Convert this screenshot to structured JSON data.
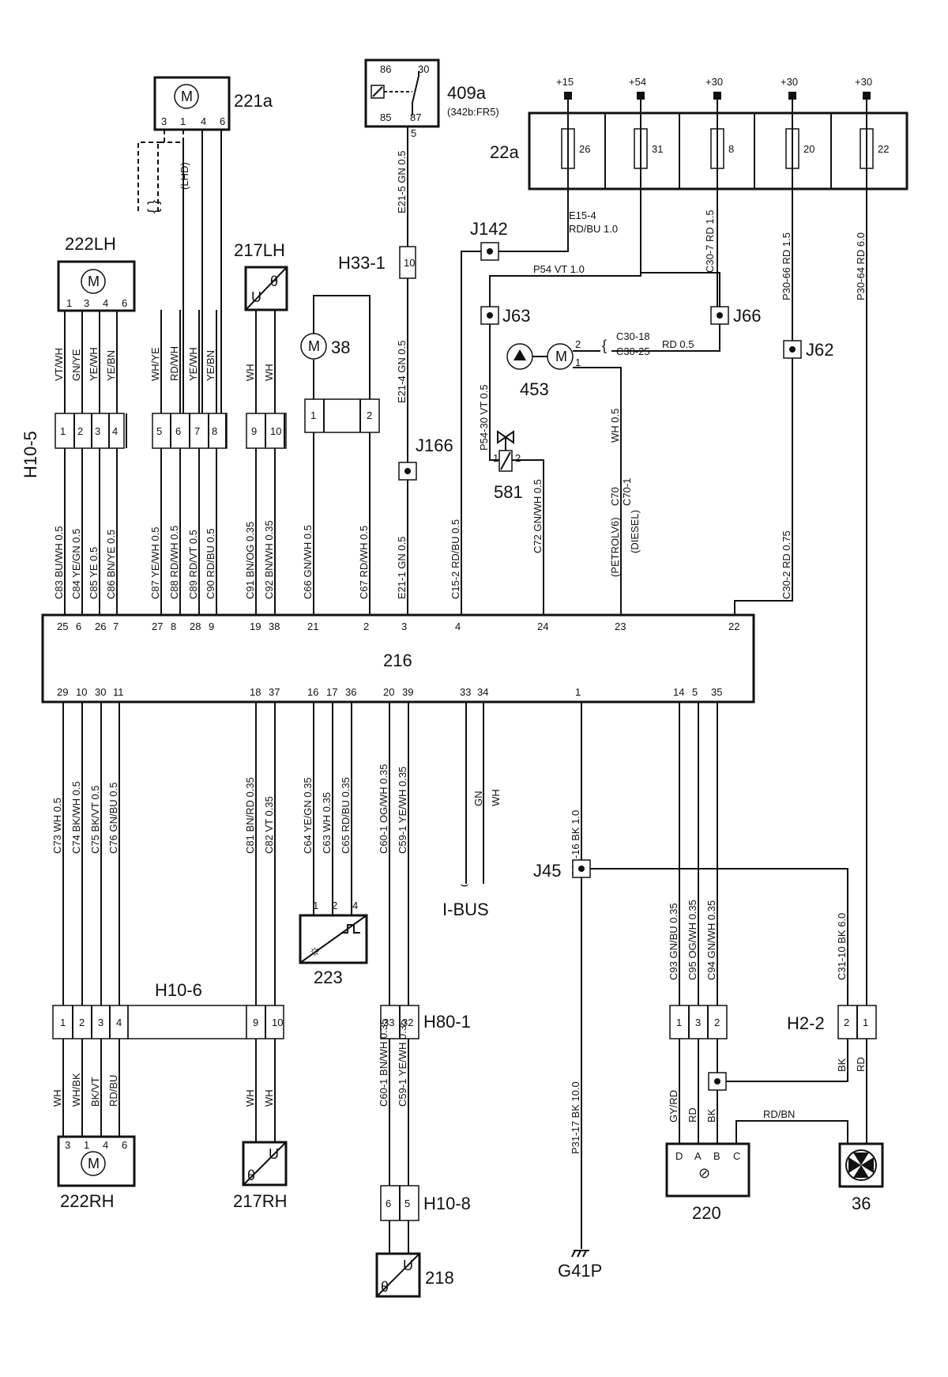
{
  "components": {
    "c221a": "221a",
    "c409a": "409a",
    "c409a_ref": "(342b:FR5)",
    "c22a": "22a",
    "c222LH": "222LH",
    "c217LH": "217LH",
    "c38": "38",
    "c453": "453",
    "c581": "581",
    "c216": "216",
    "c223": "223",
    "c222RH": "222RH",
    "c217RH": "217RH",
    "c218": "218",
    "c220": "220",
    "c36": "36",
    "i_bus": "I-BUS",
    "g41p": "G41P"
  },
  "motor_symbol": "M",
  "sensor_u": "U",
  "sensor_theta": "θ",
  "connectors": {
    "H10_5": "H10-5",
    "H10_6": "H10-6",
    "H10_8": "H10-8",
    "H33_1": "H33-1",
    "H80_1": "H80-1",
    "H2_2": "H2-2"
  },
  "junctions": {
    "J142": "J142",
    "J63": "J63",
    "J66": "J66",
    "J62": "J62",
    "J166": "J166",
    "J45": "J45"
  },
  "supply": [
    "+15",
    "+54",
    "+30",
    "+30",
    "+30"
  ],
  "fuses": [
    "26",
    "31",
    "8",
    "20",
    "22"
  ],
  "lhd_label": "(LHD)",
  "petrol_label": "(PETROLV6)",
  "diesel_label": "(DIESEL)",
  "relay_pins": {
    "p86": "86",
    "p30": "30",
    "p85": "85",
    "p87": "87",
    "p5": "5"
  },
  "wire_labels": {
    "e15_4": "E15-4",
    "e15_4b": "RD/BU  1.0",
    "p54": "P54   VT   1.0",
    "c30_7": "C30-7   RD   1.5",
    "p30_66": "P30-66   RD   1.5",
    "p30_64": "P30-64   RD   6.0",
    "e21_5": "E21-5   GN   0.5",
    "e21_4": "E21-4   GN   0.5",
    "e21_1": "E21-1   GN   0.5",
    "c30_18": "C30-18",
    "c30_25": "C30-25",
    "rd05": "RD   0.5",
    "p54_30": "P54-30   VT   0.5",
    "wh05": "WH   0.5",
    "c70": "C70",
    "c70_1": "C70-1",
    "c15_2": "C15-2   RD/BU   0.5",
    "c72": "C72   GN/WH   0.5",
    "c30_2": "C30-2   RD   0.75",
    "c66": "C66   GN/WH   0.5",
    "c67": "C67   RD/WH   0.5",
    "rdbn": "RD/BN",
    "c31_16": "C31-16  BK   1.0",
    "c31_10": "C31-10  BK   6.0",
    "p31_17": "P31-17  BK   10.0",
    "gn": "GN",
    "wh": "WH"
  },
  "h10_5_pins": [
    "1",
    "2",
    "3",
    "4",
    "5",
    "6",
    "7",
    "8",
    "9",
    "10"
  ],
  "h10_5_upper": [
    "VT/WH",
    "GN/YE",
    "YE/WH",
    "YE/BN",
    "WH/YE",
    "RD/WH",
    "YE/WH",
    "YE/BN",
    "WH",
    "WH"
  ],
  "h10_5_lower": [
    "C83  BU/WH  0.5",
    "C84  YE/GN  0.5",
    "C85  YE  0.5",
    "C86  BN/YE  0.5",
    "C87  YE/WH  0.5",
    "C88  RD/WH  0.5",
    "C89  RD/VT  0.5",
    "C90  RD/BU  0.5",
    "C91  BN/OG  0.35",
    "C92  BN/WH  0.35"
  ],
  "m216_top": [
    "25",
    "6",
    "26",
    "7",
    "27",
    "8",
    "28",
    "9",
    "19",
    "38",
    "21",
    "2",
    "3",
    "4",
    "24",
    "23",
    "22"
  ],
  "m216_bottom": [
    "29",
    "10",
    "30",
    "11",
    "18",
    "37",
    "16",
    "17",
    "36",
    "20",
    "39",
    "33",
    "34",
    "1",
    "14",
    "5",
    "35"
  ],
  "bottom_wires": [
    "C73  WH  0.5",
    "C74  BK/WH  0.5",
    "C75  BK/VT  0.5",
    "C76  GN/BU  0.5",
    "C81  BN/RD  0.35",
    "C82  VT  0.35",
    "C64  YE/GN  0.35",
    "C63  WH  0.35",
    "C65  RD/BU  0.35",
    "C60-1  OG/WH  0.35",
    "C59-1  YE/WH  0.35"
  ],
  "h10_6_pins": [
    "1",
    "2",
    "3",
    "4",
    "9",
    "10"
  ],
  "h10_6_lower": [
    "WH",
    "WH/BK",
    "BK/VT",
    "RD/BU",
    "WH",
    "WH"
  ],
  "h80_1_pins": [
    "33",
    "32"
  ],
  "h10_8_wires": [
    "C60-1  BN/WH  0.35",
    "C59-1  YE/WH  0.35"
  ],
  "h10_8_pins": [
    "6",
    "5"
  ],
  "c93_wires": [
    "C93  GN/BU  0.35",
    "C95  OG/WH  0.35",
    "C94  GN/WH  0.35"
  ],
  "h2_2_pins": [
    "2",
    "1"
  ],
  "pins_220": [
    "D",
    "A",
    "B",
    "C"
  ],
  "c220_wires": [
    "GY/RD",
    "RD",
    "BK"
  ],
  "h2_2_lower": [
    "BK",
    "RD"
  ],
  "pins_221a": [
    "3",
    "1",
    "4",
    "6"
  ],
  "pins_222LH": [
    "1",
    "3",
    "4",
    "6"
  ],
  "pins_222RH": [
    "3",
    "1",
    "4",
    "6"
  ],
  "pins_38": [
    "1",
    "2"
  ],
  "pins_453": [
    "2",
    "1"
  ],
  "pins_581": [
    "1",
    "2"
  ],
  "pins_223": [
    "1",
    "2",
    "4"
  ],
  "pins_c1": [
    "1",
    "3",
    "2"
  ],
  "h33_pin": "10"
}
